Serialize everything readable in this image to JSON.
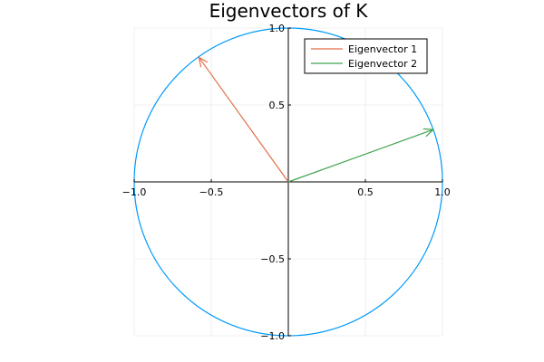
{
  "chart_data": {
    "type": "line",
    "title": "Eigenvectors of K",
    "xlabel": "",
    "ylabel": "",
    "xlim": [
      -1.0,
      1.0
    ],
    "ylim": [
      -1.0,
      1.0
    ],
    "grid": true,
    "aspect": "equal",
    "axes_through_origin": true,
    "xticks": [
      -1.0,
      -0.5,
      0.5,
      1.0
    ],
    "xtick_labels": [
      "−1.0",
      "−0.5",
      "0.5",
      "1.0"
    ],
    "yticks": [
      -1.0,
      -0.5,
      0.5,
      1.0
    ],
    "ytick_labels": [
      "−1.0",
      "−0.5",
      "0.5",
      "1.0"
    ],
    "legend_position": "top-right",
    "unit_circle": {
      "radius": 1.0,
      "color": "#009AF9"
    },
    "series": [
      {
        "name": "Eigenvector 1",
        "color": "#E26F46",
        "x": [
          0,
          -0.58
        ],
        "y": [
          0,
          0.81
        ]
      },
      {
        "name": "Eigenvector 2",
        "color": "#3DA44D",
        "x": [
          0,
          0.94
        ],
        "y": [
          0,
          0.34
        ]
      }
    ]
  }
}
